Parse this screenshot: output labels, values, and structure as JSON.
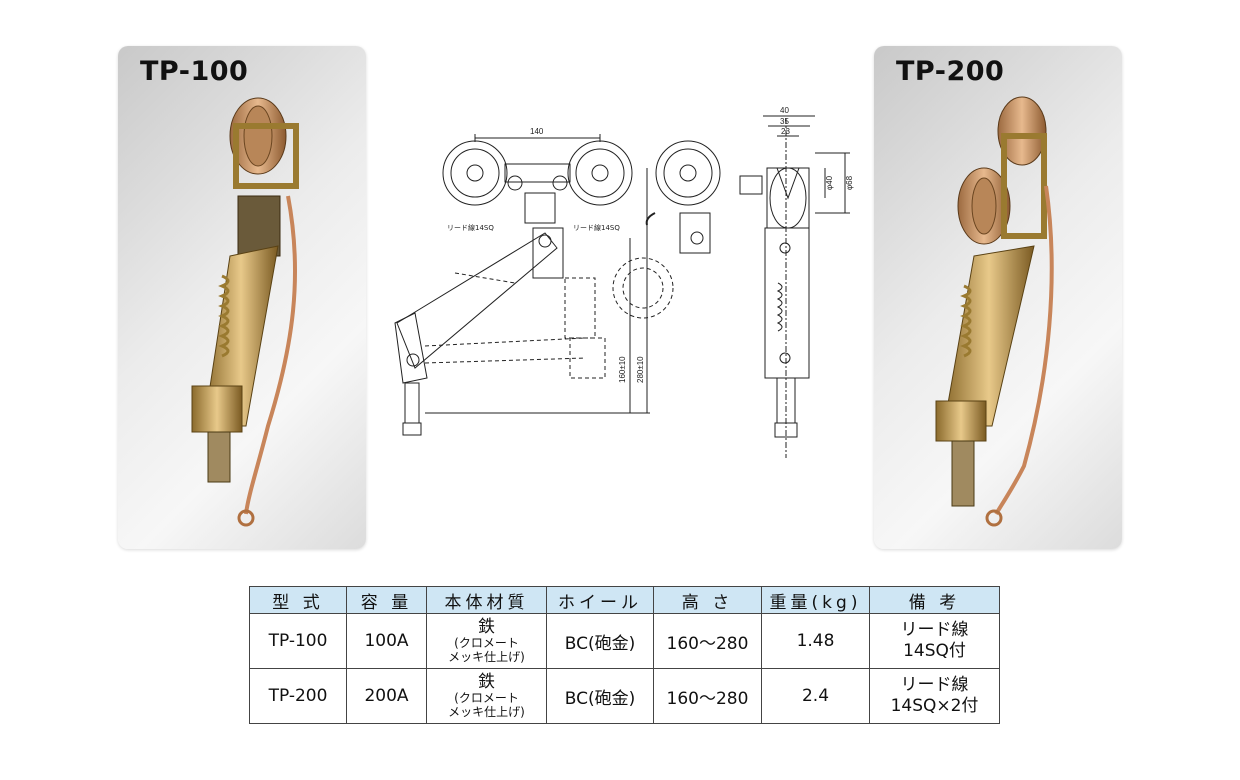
{
  "products": [
    {
      "model": "TP-100"
    },
    {
      "model": "TP-200"
    }
  ],
  "drawing": {
    "dim_140": "140",
    "dim_40": "40",
    "dim_35": "35",
    "dim_23": "23",
    "dim_phi40": "φ40",
    "dim_phi68": "φ68",
    "dim_height1": "160±10",
    "dim_height2": "280±10",
    "lead_label_left": "リード線14SQ",
    "lead_label_right": "リード線14SQ"
  },
  "table": {
    "headers": [
      "型 式",
      "容 量",
      "本体材質",
      "ホイール",
      "高 さ",
      "重量(kg)",
      "備 考"
    ],
    "rows": [
      {
        "model": "TP-100",
        "capacity": "100A",
        "material_main": "鉄",
        "material_sub1": "(クロメート",
        "material_sub2": "メッキ仕上げ)",
        "wheel": "BC(砲金)",
        "height": "160〜280",
        "weight": "1.48",
        "note1": "リード線",
        "note2": "14SQ付"
      },
      {
        "model": "TP-200",
        "capacity": "200A",
        "material_main": "鉄",
        "material_sub1": "(クロメート",
        "material_sub2": "メッキ仕上げ)",
        "wheel": "BC(砲金)",
        "height": "160〜280",
        "weight": "2.4",
        "note1": "リード線",
        "note2": "14SQ×2付"
      }
    ]
  },
  "colors": {
    "header_bg": "#cfe6f4",
    "brass": "#c9a45c",
    "copper": "#c8855a"
  }
}
